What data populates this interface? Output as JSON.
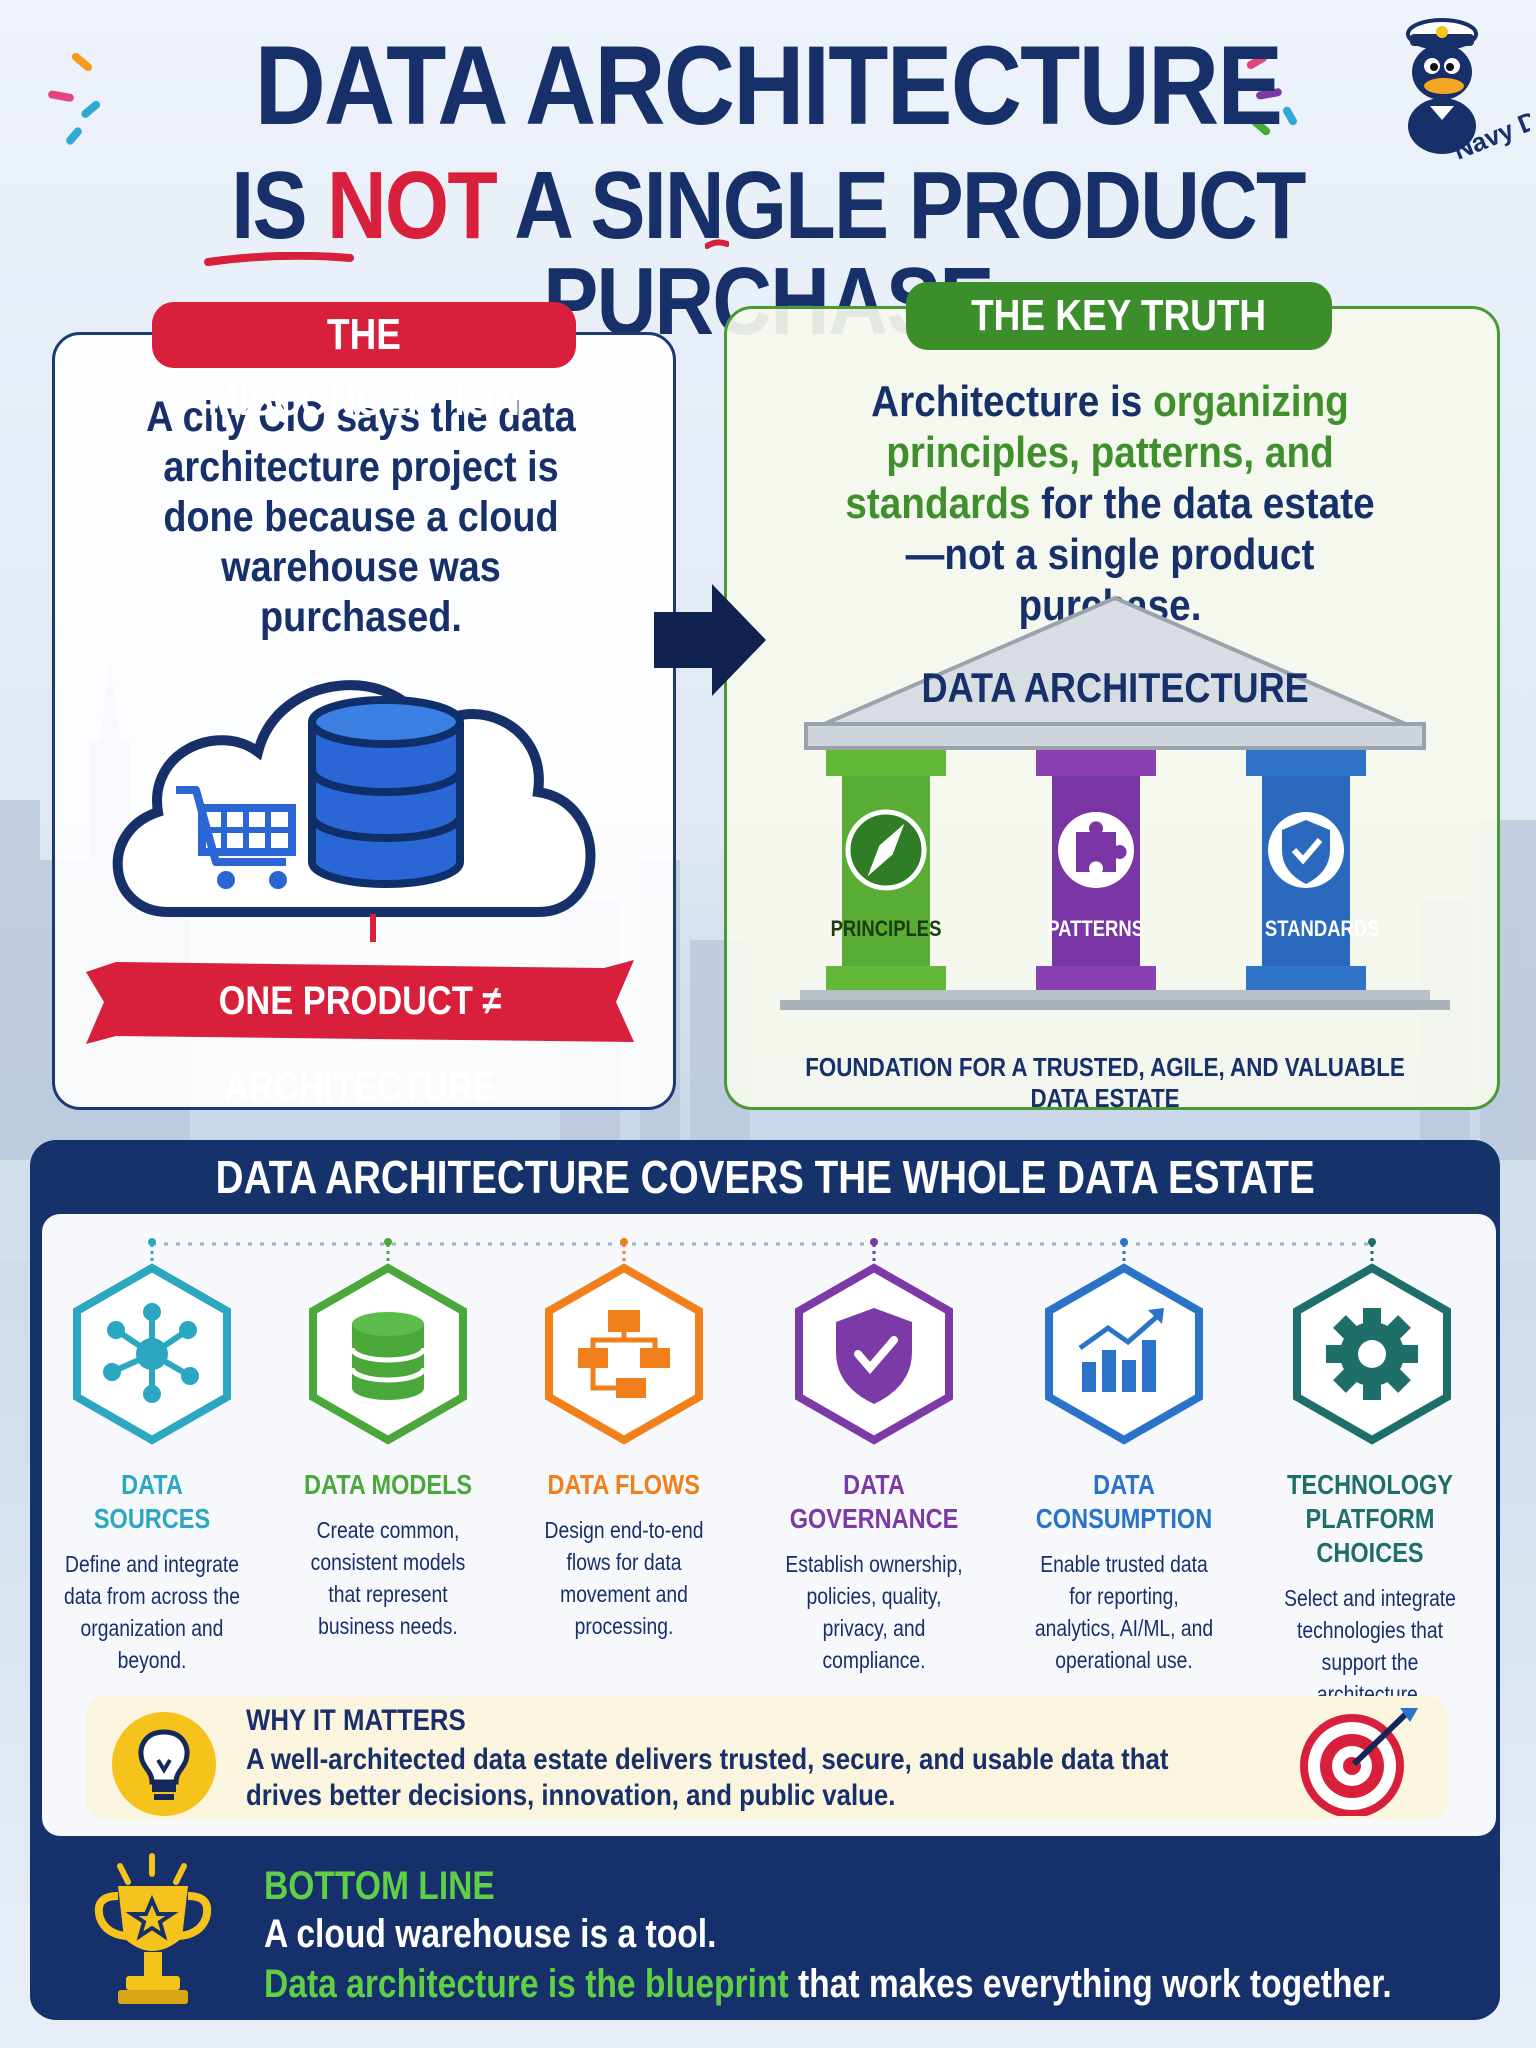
{
  "header": {
    "title_line1": "DATA ARCHITECTURE",
    "title_pre": "IS",
    "title_not": "NOT",
    "title_post": "A SINGLE PRODUCT PURCHASE",
    "brand": "Navy Duck"
  },
  "misconception": {
    "label": "THE MISCONCEPTION",
    "text": "A city CIO says the data architecture project is done because a cloud warehouse was purchased.",
    "banner": "ONE PRODUCT ≠ ARCHITECTURE"
  },
  "truth": {
    "label": "THE KEY TRUTH",
    "text_a": "Architecture is ",
    "text_b": "organizing principles, patterns, and standards",
    "text_c": " for the data estate—not a single product purchase.",
    "temple_title": "DATA ARCHITECTURE",
    "pillars": [
      "PRINCIPLES",
      "PATTERNS",
      "STANDARDS"
    ],
    "foundation": "FOUNDATION FOR A TRUSTED, AGILE, AND VALUABLE DATA ESTATE"
  },
  "covers": {
    "title": "DATA ARCHITECTURE COVERS THE WHOLE DATA ESTATE",
    "items": [
      {
        "title": "DATA SOURCES",
        "desc": "Define and integrate data from across the organization and beyond.",
        "color": "#2ba7c1",
        "icon": "network-hub-icon"
      },
      {
        "title": "DATA MODELS",
        "desc": "Create common, consistent models that represent business needs.",
        "color": "#4aa83a",
        "icon": "database-icon"
      },
      {
        "title": "DATA FLOWS",
        "desc": "Design end-to-end flows for data movement and processing.",
        "color": "#f07f1c",
        "icon": "flowchart-icon"
      },
      {
        "title": "DATA GOVERNANCE",
        "desc": "Establish ownership, policies, quality, privacy, and compliance.",
        "color": "#7b3aa6",
        "icon": "shield-check-icon"
      },
      {
        "title": "DATA CONSUMPTION",
        "desc": "Enable trusted data for reporting, analytics, AI/ML, and operational use.",
        "color": "#2a73c9",
        "icon": "bar-chart-icon"
      },
      {
        "title": "TECHNOLOGY PLATFORM CHOICES",
        "desc": "Select and integrate technologies that support the architecture.",
        "color": "#1e6f6a",
        "icon": "gear-icon"
      }
    ]
  },
  "why": {
    "title": "WHY IT MATTERS",
    "text": "A well-architected data estate delivers trusted, secure, and usable data that drives better decisions, innovation, and public value."
  },
  "bottom": {
    "title": "BOTTOM LINE",
    "line1": "A cloud warehouse is a tool.",
    "line2_green": "Data architecture is the blueprint",
    "line2_rest": " that makes everything work together."
  }
}
